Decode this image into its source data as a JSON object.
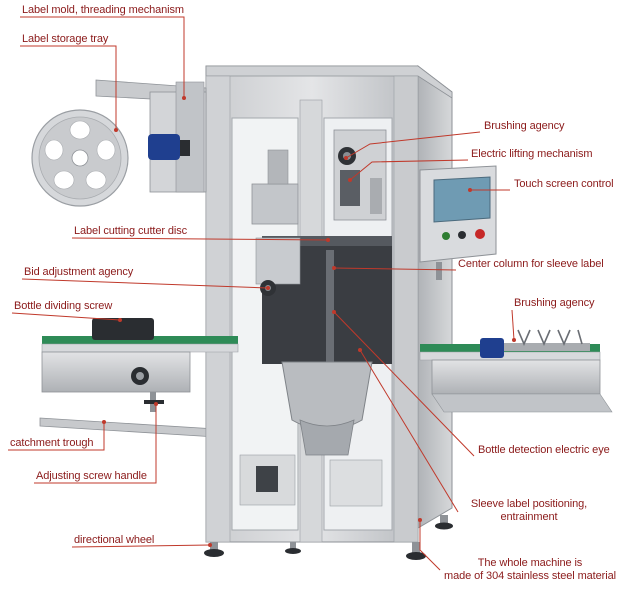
{
  "colors": {
    "leader": "#c0392b",
    "label_text": "#8b1a1a",
    "steel_light": "#d9dadc",
    "steel_mid": "#b7babe",
    "steel_dark": "#8e9297",
    "glass": "#f4f6f7",
    "interior": "#3a3d42",
    "conveyor_green": "#2e8b57",
    "motor_blue": "#1f3f8f"
  },
  "callouts": {
    "label_mold": "Label mold, threading mechanism",
    "label_storage": "Label storage tray",
    "brushing_top": "Brushing agency",
    "electric_lifting": "Electric lifting mechanism",
    "touch_screen": "Touch screen control",
    "cutter_disc": "Label cutting cutter disc",
    "center_column": "Center column for sleeve label",
    "bid_adjust": "Bid adjustment agency",
    "bottle_screw": "Bottle dividing screw",
    "brushing_right": "Brushing agency",
    "catchment": "catchment trough",
    "bottle_eye": "Bottle detection electric eye",
    "adjust_handle": "Adjusting screw handle",
    "sleeve_pos_line1": "Sleeve label positioning,",
    "sleeve_pos_line2": "entrainment",
    "directional_wheel": "directional wheel",
    "stainless_line1": "The whole machine is",
    "stainless_line2": "made of 304 stainless steel material"
  }
}
